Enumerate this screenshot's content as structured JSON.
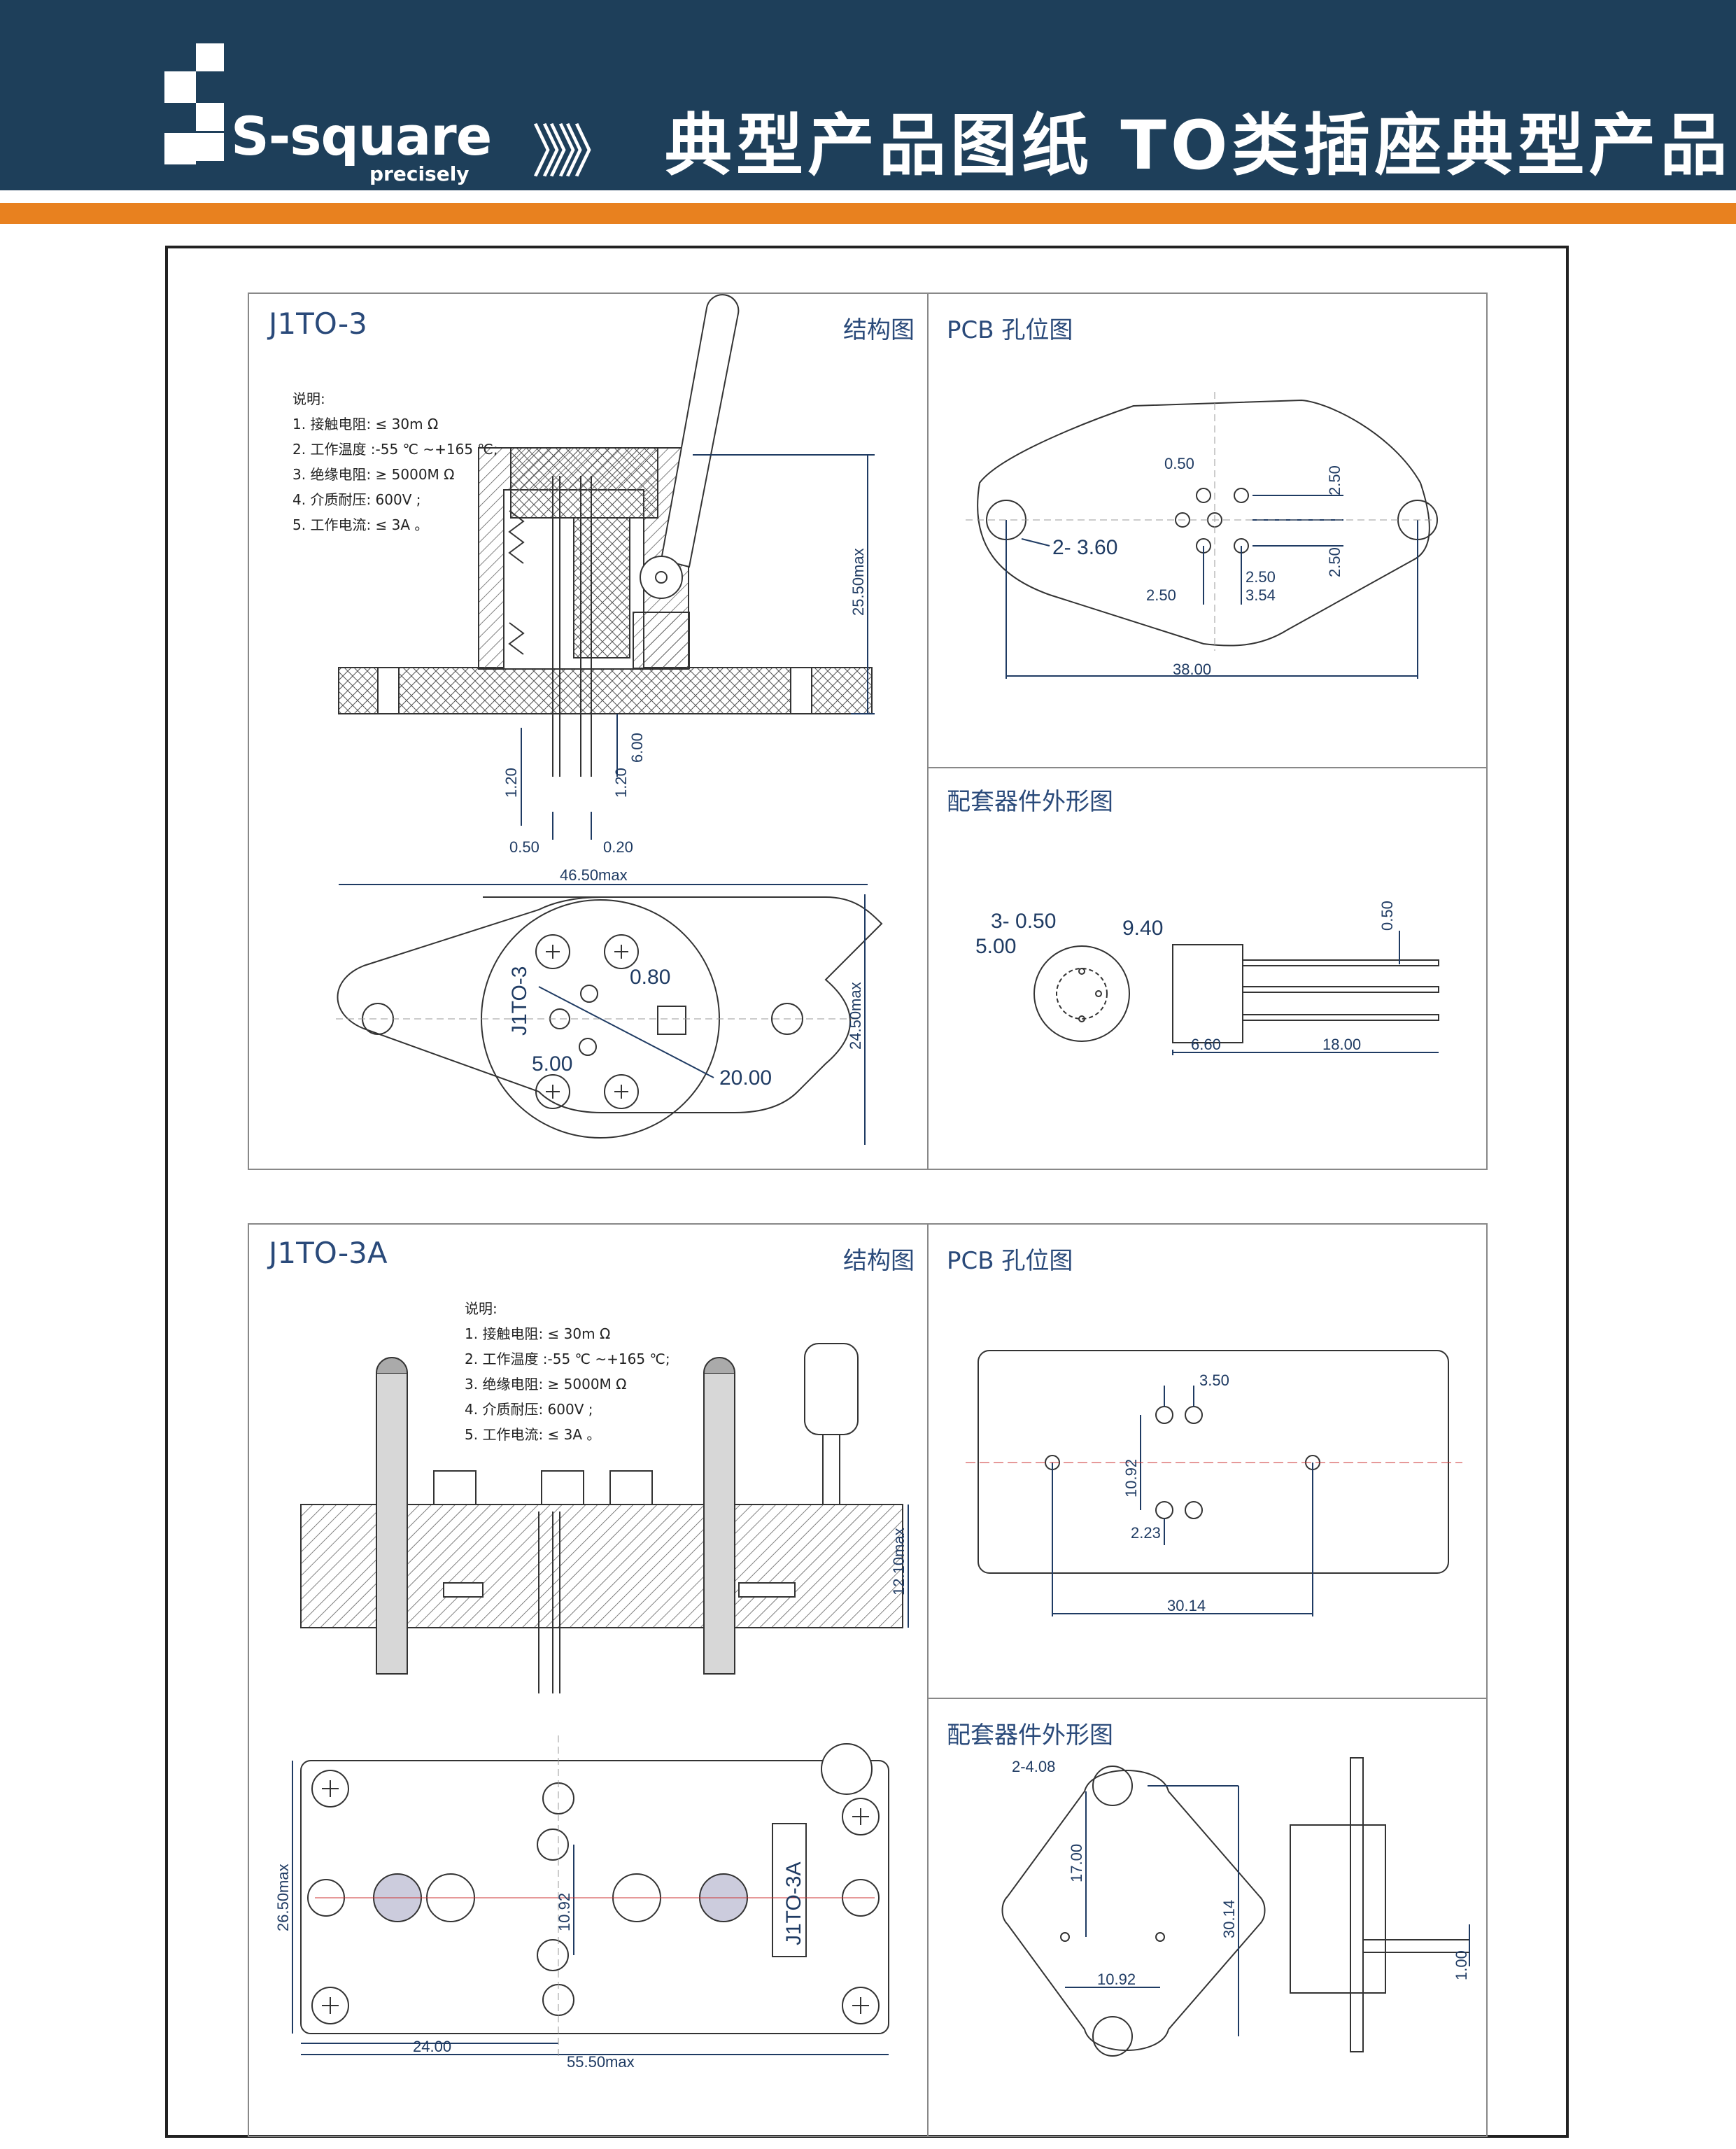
{
  "header": {
    "brand": "S-square",
    "tagline": "precisely",
    "chevrons": "》》》",
    "title": "典型产品图纸  TO类插座典型产品"
  },
  "colors": {
    "header_bg": "#1e3f5a",
    "accent": "#e8811f",
    "line": "#1f3b63"
  },
  "top": {
    "model": "J1TO-3",
    "structure_label": "结构图",
    "pcb_label": "PCB 孔位图",
    "component_label": "配套器件外形图",
    "notes": [
      "说明:",
      "1. 接触电阻: ≤ 30m Ω",
      "2. 工作温度 :-55 ℃ ~+165 ℃;",
      "3. 绝缘电阻: ≥ 5000M Ω",
      "4. 介质耐压: 600V ;",
      "5. 工作电流: ≤ 3A 。"
    ],
    "dims": {
      "h": "25.50max",
      "pin_len": "6.00",
      "a": "1.20",
      "b": "1.20",
      "c": "0.50",
      "d": "0.20",
      "w": "46.50max",
      "h2": "24.50max",
      "hole": "0.80",
      "r": "5.00",
      "pcd": "20.00",
      "mark": "J1TO-3",
      "pcb_pin": "0.50",
      "pcb_a": "2.50",
      "pcb_b": "2.50",
      "pcb_c": "2.50",
      "pcb_d": "2.50",
      "pcb_e": "3.54",
      "pcb_holes": "2- 3.60",
      "pcb_span": "38.00",
      "cmp_pins": "3- 0.50",
      "cmp_pcd": "5.00",
      "cmp_dia": "9.40",
      "cmp_pin": "0.50",
      "cmp_body": "6.60",
      "cmp_len": "18.00"
    }
  },
  "bottom": {
    "model": "J1TO-3A",
    "structure_label": "结构图",
    "pcb_label": "PCB 孔位图",
    "component_label": "配套器件外形图",
    "notes": [
      "说明:",
      "1. 接触电阻: ≤ 30m Ω",
      "2. 工作温度 :-55 ℃ ~+165 ℃;",
      "3. 绝缘电阻: ≥ 5000M Ω",
      "4. 介质耐压: 600V ;",
      "5. 工作电流: ≤ 3A 。"
    ],
    "dims": {
      "h": "12.10max",
      "w": "55.50max",
      "x": "24.00",
      "h2": "26.50max",
      "pin_gap": "10.92",
      "mark": "J1TO-3A",
      "pcb_pin": "3.50",
      "pcb_gap": "10.92",
      "pcb_off": "2.23",
      "pcb_span": "30.14",
      "cmp_holes": "2-4.08",
      "cmp_h": "17.00",
      "cmp_span": "30.14",
      "cmp_gap": "10.92",
      "cmp_pin": "1.00"
    }
  }
}
